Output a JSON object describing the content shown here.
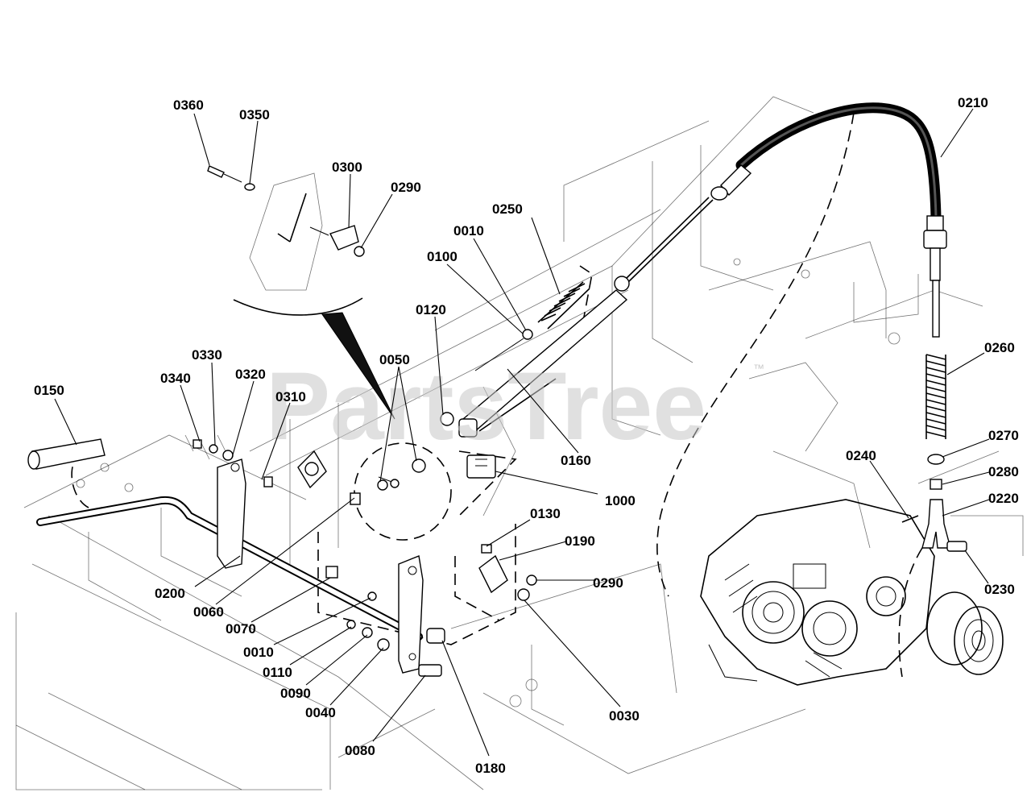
{
  "watermark": {
    "brand": "PartsTree",
    "trademark": "™"
  },
  "callouts": [
    {
      "id": "0360",
      "label": "0360"
    },
    {
      "id": "0350",
      "label": "0350"
    },
    {
      "id": "0300",
      "label": "0300"
    },
    {
      "id": "0290a",
      "label": "0290"
    },
    {
      "id": "0250",
      "label": "0250"
    },
    {
      "id": "0010a",
      "label": "0010"
    },
    {
      "id": "0100",
      "label": "0100"
    },
    {
      "id": "0120",
      "label": "0120"
    },
    {
      "id": "0050",
      "label": "0050"
    },
    {
      "id": "0330",
      "label": "0330"
    },
    {
      "id": "0340",
      "label": "0340"
    },
    {
      "id": "0320",
      "label": "0320"
    },
    {
      "id": "0310",
      "label": "0310"
    },
    {
      "id": "0150",
      "label": "0150"
    },
    {
      "id": "0160",
      "label": "0160"
    },
    {
      "id": "1000",
      "label": "1000"
    },
    {
      "id": "0130",
      "label": "0130"
    },
    {
      "id": "0190",
      "label": "0190"
    },
    {
      "id": "0290b",
      "label": "0290"
    },
    {
      "id": "0200",
      "label": "0200"
    },
    {
      "id": "0060",
      "label": "0060"
    },
    {
      "id": "0070",
      "label": "0070"
    },
    {
      "id": "0010b",
      "label": "0010"
    },
    {
      "id": "0110",
      "label": "0110"
    },
    {
      "id": "0090",
      "label": "0090"
    },
    {
      "id": "0040",
      "label": "0040"
    },
    {
      "id": "0080",
      "label": "0080"
    },
    {
      "id": "0180",
      "label": "0180"
    },
    {
      "id": "0030",
      "label": "0030"
    },
    {
      "id": "0210",
      "label": "0210"
    },
    {
      "id": "0260",
      "label": "0260"
    },
    {
      "id": "0270",
      "label": "0270"
    },
    {
      "id": "0240",
      "label": "0240"
    },
    {
      "id": "0280",
      "label": "0280"
    },
    {
      "id": "0220",
      "label": "0220"
    },
    {
      "id": "0230",
      "label": "0230"
    }
  ]
}
